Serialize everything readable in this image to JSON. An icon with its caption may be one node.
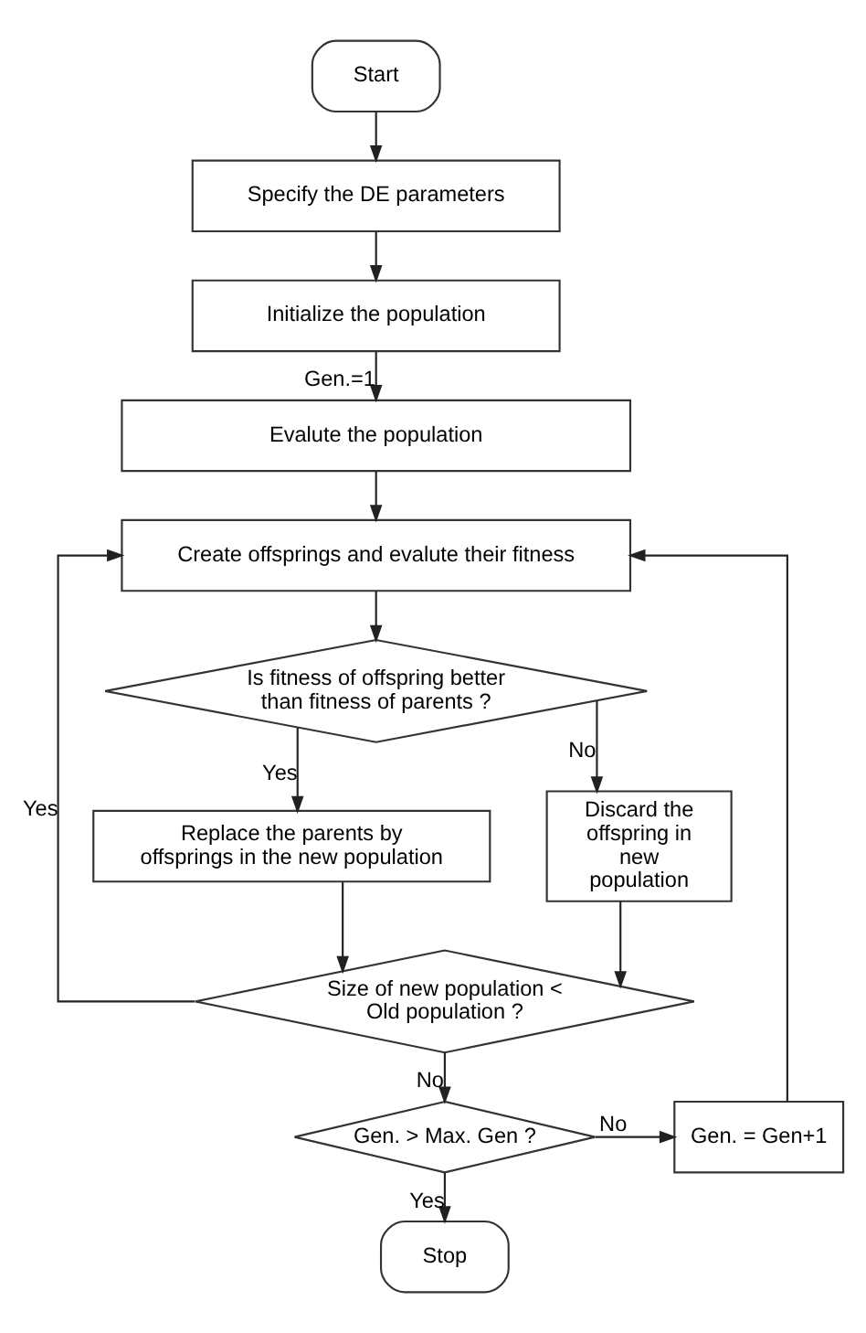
{
  "diagram": {
    "nodes": [
      {
        "text": [
          "Start"
        ]
      },
      {
        "text": [
          "Specify the DE parameters"
        ]
      },
      {
        "text": [
          "Initialize the population"
        ]
      },
      {
        "text": [
          "Evalute the population"
        ]
      },
      {
        "text": [
          "Create offsprings and evalute their fitness"
        ]
      },
      {
        "text": [
          "Is fitness of offspring better than fitness of parents ?"
        ]
      },
      {
        "text": [
          "Replace the parents by offsprings in the new population"
        ]
      },
      {
        "text": [
          "Discard the offspring in new population"
        ]
      },
      {
        "text": [
          "Size of new population < Old population ?"
        ]
      },
      {
        "text": [
          "Gen. = Gen+1"
        ]
      },
      {
        "text": [
          "Gen. > Max. Gen ?"
        ]
      },
      {
        "text": [
          "Stop"
        ]
      }
    ],
    "edges": [
      {
        "from": 0,
        "to": 1,
        "arrow": "to"
      },
      {
        "from": 1,
        "to": 2,
        "arrow": "to"
      },
      {
        "from": 2,
        "to": 3,
        "arrow": "to",
        "label": "Gen.=1"
      },
      {
        "from": 3,
        "to": 4,
        "arrow": "to"
      },
      {
        "from": 4,
        "to": 5,
        "arrow": "to"
      },
      {
        "from": 5,
        "to": 6,
        "arrow": "to",
        "label": "Yes"
      },
      {
        "from": 5,
        "to": 7,
        "arrow": "to",
        "label": "No"
      },
      {
        "from": 6,
        "to": 8,
        "arrow": "to"
      },
      {
        "from": 7,
        "to": 8,
        "arrow": "to"
      },
      {
        "from": 8,
        "to": 4,
        "arrow": "to",
        "label": "Yes"
      },
      {
        "from": 8,
        "to": 10,
        "arrow": "to",
        "label": "No"
      },
      {
        "from": 10,
        "to": 9,
        "arrow": "to",
        "label": "No"
      },
      {
        "from": 9,
        "to": 4,
        "arrow": "to"
      },
      {
        "from": 10,
        "to": 11,
        "arrow": "to",
        "label": "Yes"
      }
    ]
  }
}
